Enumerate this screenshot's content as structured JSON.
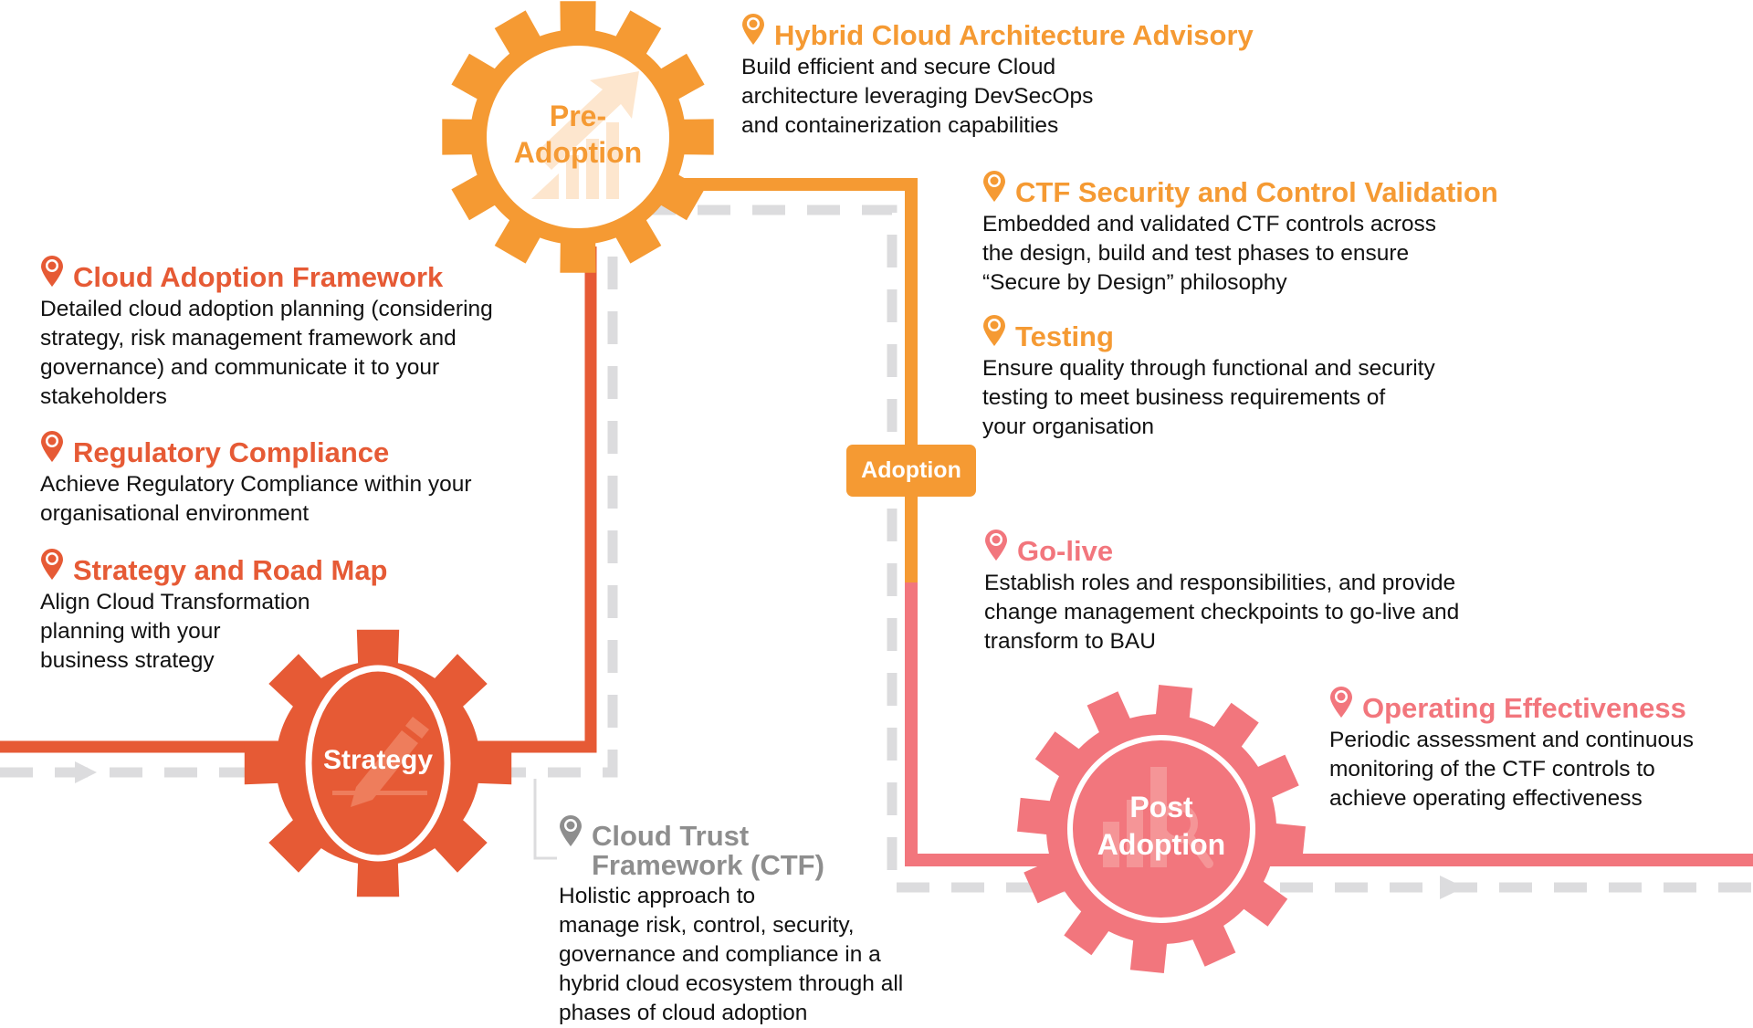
{
  "colors": {
    "strategy": "#E65A35",
    "adoption": "#F59A33",
    "post_adoption": "#F2767D",
    "ctf": "#8E8E8E",
    "dashed": "#DCDCDE",
    "body_text": "#111111"
  },
  "gears": {
    "pre_adoption": {
      "line1": "Pre-",
      "line2": "Adoption",
      "icon": "growth-chart-icon"
    },
    "strategy": {
      "label": "Strategy",
      "icon": "pencil-icon"
    },
    "post_adoption": {
      "line1": "Post",
      "line2": "Adoption",
      "icon": "bar-chart-magnifier-icon"
    }
  },
  "badge": {
    "adoption": "Adoption"
  },
  "sections": {
    "hybrid": {
      "title": "Hybrid Cloud Architecture Advisory",
      "lines": [
        "Build efficient and secure Cloud",
        "architecture leveraging DevSecOps",
        "and containerization capabilities"
      ]
    },
    "ctf_security": {
      "title": "CTF Security and Control Validation",
      "lines": [
        "Embedded and validated CTF controls across",
        "the design, build and test phases to ensure",
        "“Secure by Design” philosophy"
      ]
    },
    "testing": {
      "title": "Testing",
      "lines": [
        "Ensure quality through functional and security",
        "testing to meet business requirements of",
        "your organisation"
      ]
    },
    "cloud_adoption_framework": {
      "title": "Cloud Adoption Framework",
      "lines": [
        "Detailed cloud adoption planning (considering",
        "strategy, risk management framework and",
        "governance) and communicate it to your",
        "stakeholders"
      ]
    },
    "regulatory_compliance": {
      "title": "Regulatory Compliance",
      "lines": [
        "Achieve Regulatory Compliance within your",
        "organisational environment"
      ]
    },
    "strategy_road_map": {
      "title": "Strategy and Road Map",
      "lines": [
        "Align Cloud Transformation",
        "planning with your",
        "business strategy"
      ]
    },
    "go_live": {
      "title": "Go-live",
      "lines": [
        "Establish roles and responsibilities, and provide",
        "change management checkpoints to go-live and",
        "transform to BAU"
      ]
    },
    "operating_effectiveness": {
      "title": "Operating Effectiveness",
      "lines": [
        "Periodic assessment and continuous",
        "monitoring of the CTF controls to",
        "achieve operating effectiveness"
      ]
    },
    "ctf": {
      "title_line1": "Cloud Trust",
      "title_line2": "Framework (CTF)",
      "lines": [
        "Holistic approach to",
        "manage risk, control, security,",
        "governance and compliance in a",
        "hybrid cloud ecosystem through all",
        "phases of cloud adoption"
      ]
    }
  }
}
